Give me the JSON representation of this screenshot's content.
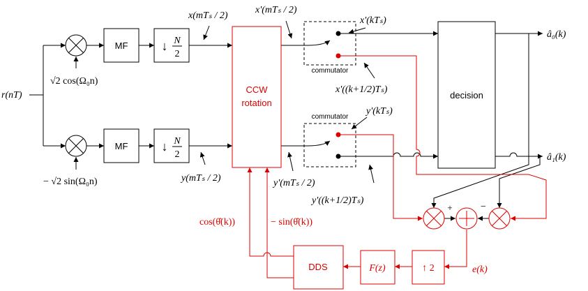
{
  "colors": {
    "main": "#000000",
    "accent": "#dd0000"
  },
  "blocks": {
    "mf": "MF",
    "decimate_arrow": "↓",
    "decimate_n": "N",
    "decimate_d": "2",
    "ccw_line1": "CCW",
    "ccw_line2": "rotation",
    "commutator": "commutator",
    "decision": "decision",
    "dds": "DDS",
    "loop_filter": "F(z)",
    "upsample": "↑ 2"
  },
  "labels": {
    "input": "r(nT)",
    "cos_mix": "√2 cos(Ω₀n)",
    "sin_mix": "− √2 sin(Ω₀n)",
    "x_dec": "x(mTₛ / 2)",
    "y_dec": "y(mTₛ / 2)",
    "x_rot": "x'(mTₛ / 2)",
    "y_rot": "y'(mTₛ / 2)",
    "x_on": "x'(kTₛ)",
    "x_mid": "x'((k+1/2)Tₛ)",
    "y_on": "y'(kTₛ)",
    "y_mid": "y'((k+1/2)Tₛ)",
    "a0": "â₀(k)",
    "a1": "â₁(k)",
    "cos_theta": "cos(θ̂(k))",
    "neg_sin_theta": "− sin(θ̂(k))",
    "error": "e(k)",
    "plus": "+",
    "minus": "−"
  }
}
